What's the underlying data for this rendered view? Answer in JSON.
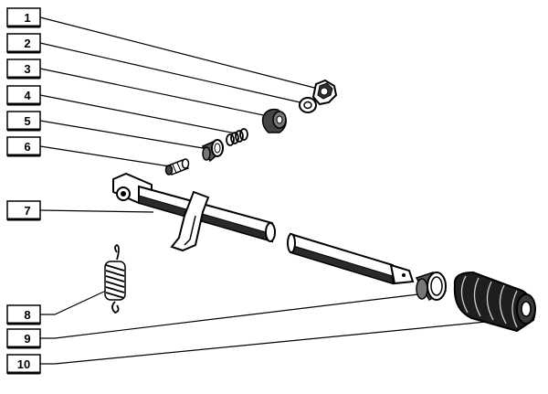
{
  "callouts": [
    {
      "id": "1",
      "label": "1"
    },
    {
      "id": "2",
      "label": "2"
    },
    {
      "id": "3",
      "label": "3"
    },
    {
      "id": "4",
      "label": "4"
    },
    {
      "id": "5",
      "label": "5"
    },
    {
      "id": "6",
      "label": "6"
    },
    {
      "id": "7",
      "label": "7"
    },
    {
      "id": "8",
      "label": "8"
    },
    {
      "id": "9",
      "label": "9"
    },
    {
      "id": "10",
      "label": "10"
    }
  ],
  "colors": {
    "ink": "#000000",
    "paper": "#ffffff",
    "shade": "#2a2a2a"
  }
}
